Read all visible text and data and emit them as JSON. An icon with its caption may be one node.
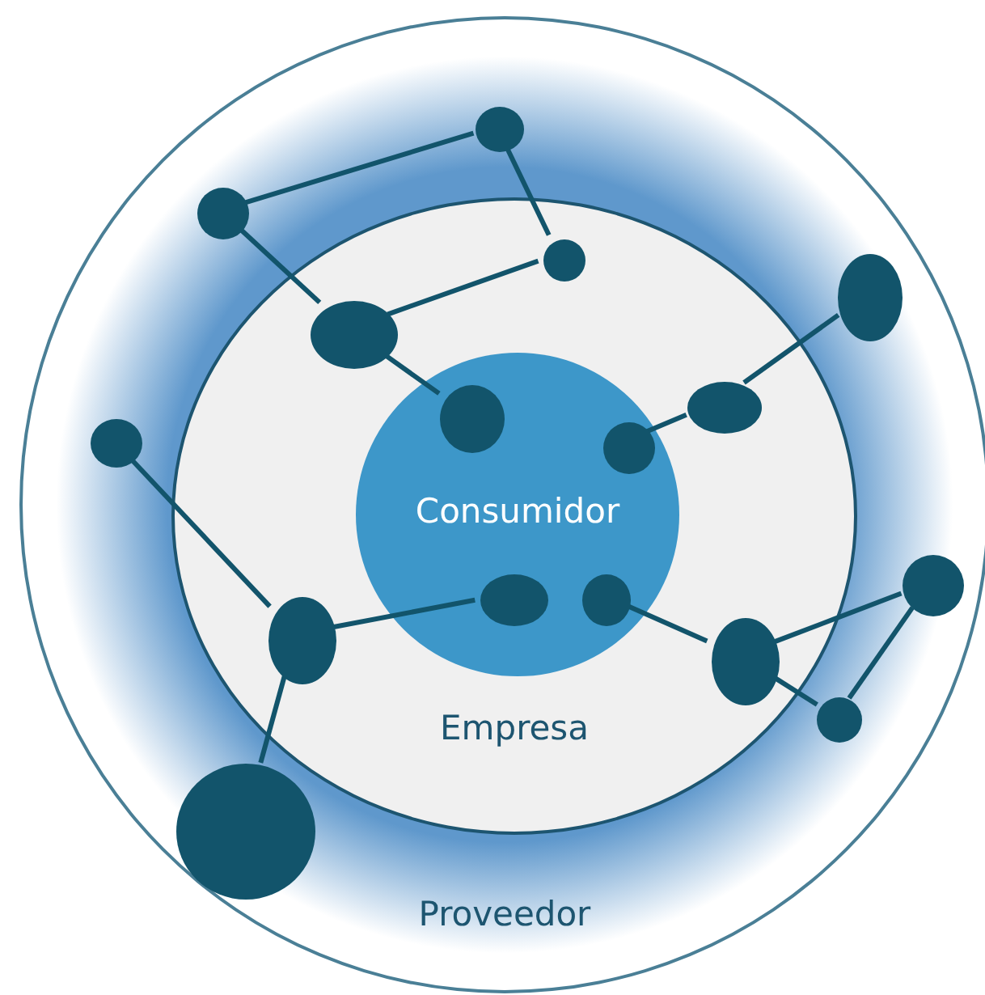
{
  "diagram": {
    "nodes": [
      {
        "text": [
          "Proveedor"
        ]
      },
      {
        "text": [
          "Empresa"
        ],
        "in": 0
      },
      {
        "text": [
          "Consumidor"
        ],
        "in": 1
      },
      {
        "text": [],
        "shape": "circle",
        "in": 0
      },
      {
        "text": [],
        "shape": "circle",
        "in": 0
      },
      {
        "text": [],
        "shape": "circle",
        "in": 1
      },
      {
        "text": [],
        "shape": "circle",
        "in": 0
      },
      {
        "text": [],
        "shape": "circle",
        "in": 1
      },
      {
        "text": [],
        "shape": "circle",
        "in": 1
      },
      {
        "text": [],
        "shape": "circle",
        "in": 2
      },
      {
        "text": [],
        "shape": "circle",
        "in": 0
      },
      {
        "text": [],
        "shape": "circle",
        "in": 2
      },
      {
        "text": [],
        "shape": "circle",
        "in": 0
      },
      {
        "text": [],
        "shape": "circle",
        "in": 2
      },
      {
        "text": [],
        "shape": "circle",
        "in": 2
      },
      {
        "text": [],
        "shape": "circle",
        "in": 1
      },
      {
        "text": [],
        "shape": "circle",
        "in": 1
      },
      {
        "text": [],
        "shape": "circle",
        "in": 0
      },
      {
        "text": [],
        "shape": "circle",
        "in": 0
      }
    ],
    "edges": [
      {
        "from": 4,
        "to": 3,
        "arrow": "none"
      },
      {
        "from": 3,
        "to": 5,
        "arrow": "none"
      },
      {
        "from": 5,
        "to": 7,
        "arrow": "none"
      },
      {
        "from": 4,
        "to": 7,
        "arrow": "none"
      },
      {
        "from": 7,
        "to": 9,
        "arrow": "none"
      },
      {
        "from": 6,
        "to": 8,
        "arrow": "none"
      },
      {
        "from": 8,
        "to": 11,
        "arrow": "none"
      },
      {
        "from": 10,
        "to": 15,
        "arrow": "none"
      },
      {
        "from": 15,
        "to": 13,
        "arrow": "none"
      },
      {
        "from": 15,
        "to": 18,
        "arrow": "none"
      },
      {
        "from": 14,
        "to": 16,
        "arrow": "none"
      },
      {
        "from": 16,
        "to": 12,
        "arrow": "none"
      },
      {
        "from": 12,
        "to": 17,
        "arrow": "none"
      },
      {
        "from": 17,
        "to": 16,
        "arrow": "none"
      }
    ]
  }
}
